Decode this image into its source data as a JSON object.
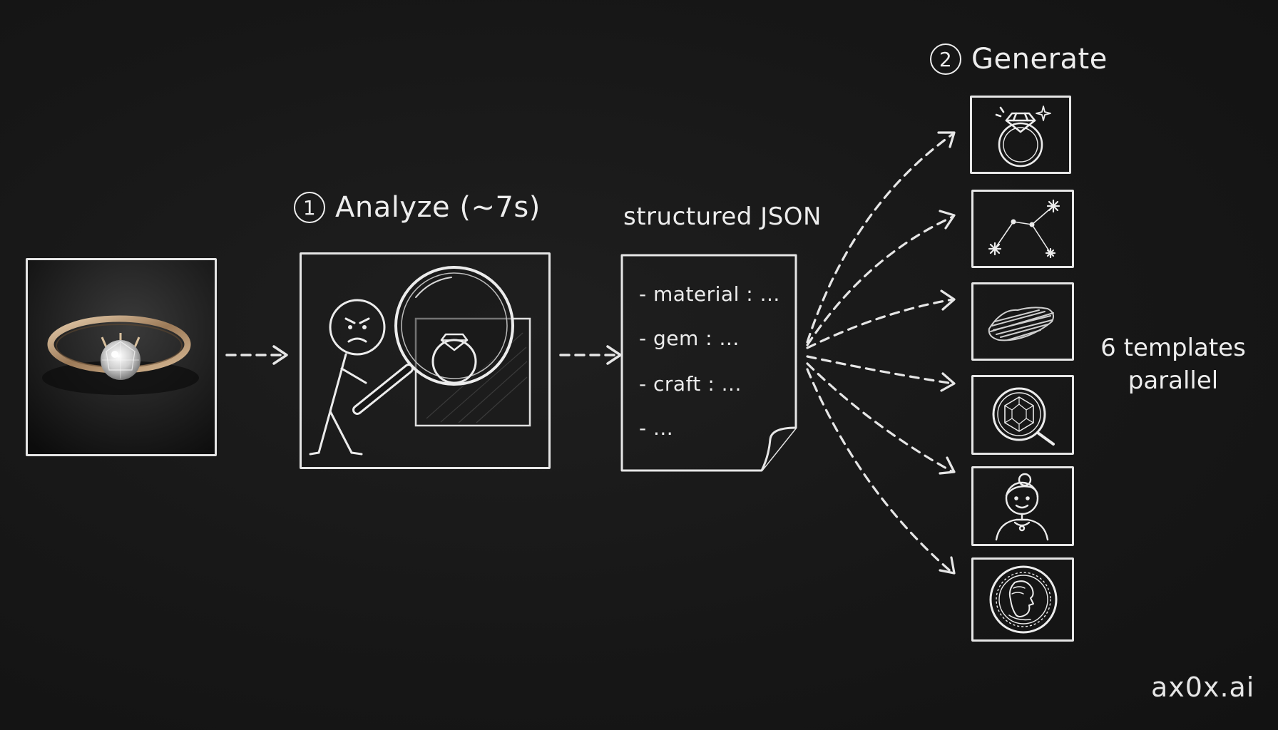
{
  "steps": {
    "analyze": {
      "number": "1",
      "label": "Analyze (~7s)"
    },
    "generate": {
      "number": "2",
      "label": "Generate"
    }
  },
  "json_card": {
    "title": "structured JSON",
    "lines": [
      "- material : ...",
      "- gem : ...",
      "- craft : ...",
      "- ..."
    ]
  },
  "templates_note": {
    "line1": "6 templates",
    "line2": "parallel"
  },
  "brand": "ax0x.ai",
  "icons": {
    "input_photo": "ring-photo",
    "analyzer": "magnifier-person-icon",
    "templates": [
      "ring-sparkle-icon",
      "constellation-icon",
      "texture-scribble-icon",
      "gem-closeup-icon",
      "woman-portrait-icon",
      "coin-medallion-icon"
    ]
  },
  "colors": {
    "background": "#161616",
    "chalk": "#e6e6e6"
  }
}
